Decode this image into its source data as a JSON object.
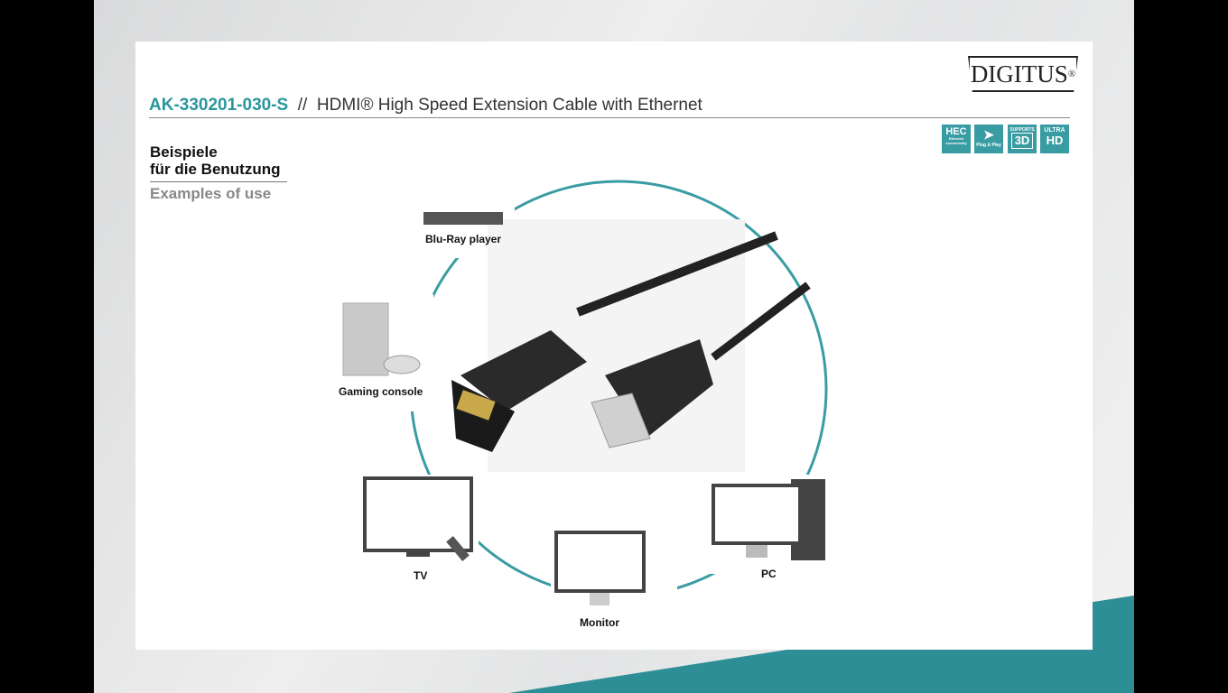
{
  "header": {
    "product_code": "AK-330201-030-S",
    "separator": "//",
    "product_name": "HDMI® High Speed Extension Cable with Ethernet"
  },
  "logo": {
    "brand": "DIGITUS",
    "mark": "®"
  },
  "badges": [
    {
      "label": "HEC",
      "sub": "Ethernet connectivity"
    },
    {
      "label": "Plug & Play"
    },
    {
      "label": "3D",
      "sub": "SUPPORTS"
    },
    {
      "label": "HD",
      "sub": "ULTRA"
    }
  ],
  "section": {
    "title_de_1": "Beispiele",
    "title_de_2": "für die Benutzung",
    "title_en": "Examples of use"
  },
  "devices": {
    "bluray": "Blu-Ray player",
    "console": "Gaming console",
    "tv": "TV",
    "monitor": "Monitor",
    "pc": "PC"
  },
  "colors": {
    "accent": "#3a9ca3",
    "teal_bg": "#2e8e96"
  }
}
